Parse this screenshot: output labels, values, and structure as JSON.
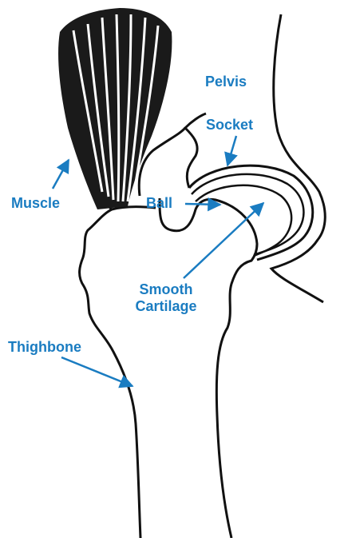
{
  "colors": {
    "label": "#1a7cc1",
    "arrow": "#1a7cc1",
    "outline": "#111111",
    "muscle_fill": "#1a1a1a",
    "background": "#ffffff"
  },
  "labels": {
    "pelvis": "Pelvis",
    "socket": "Socket",
    "muscle": "Muscle",
    "ball": "Ball",
    "cartilage_line1": "Smooth",
    "cartilage_line2": "Cartilage",
    "thighbone": "Thighbone"
  }
}
